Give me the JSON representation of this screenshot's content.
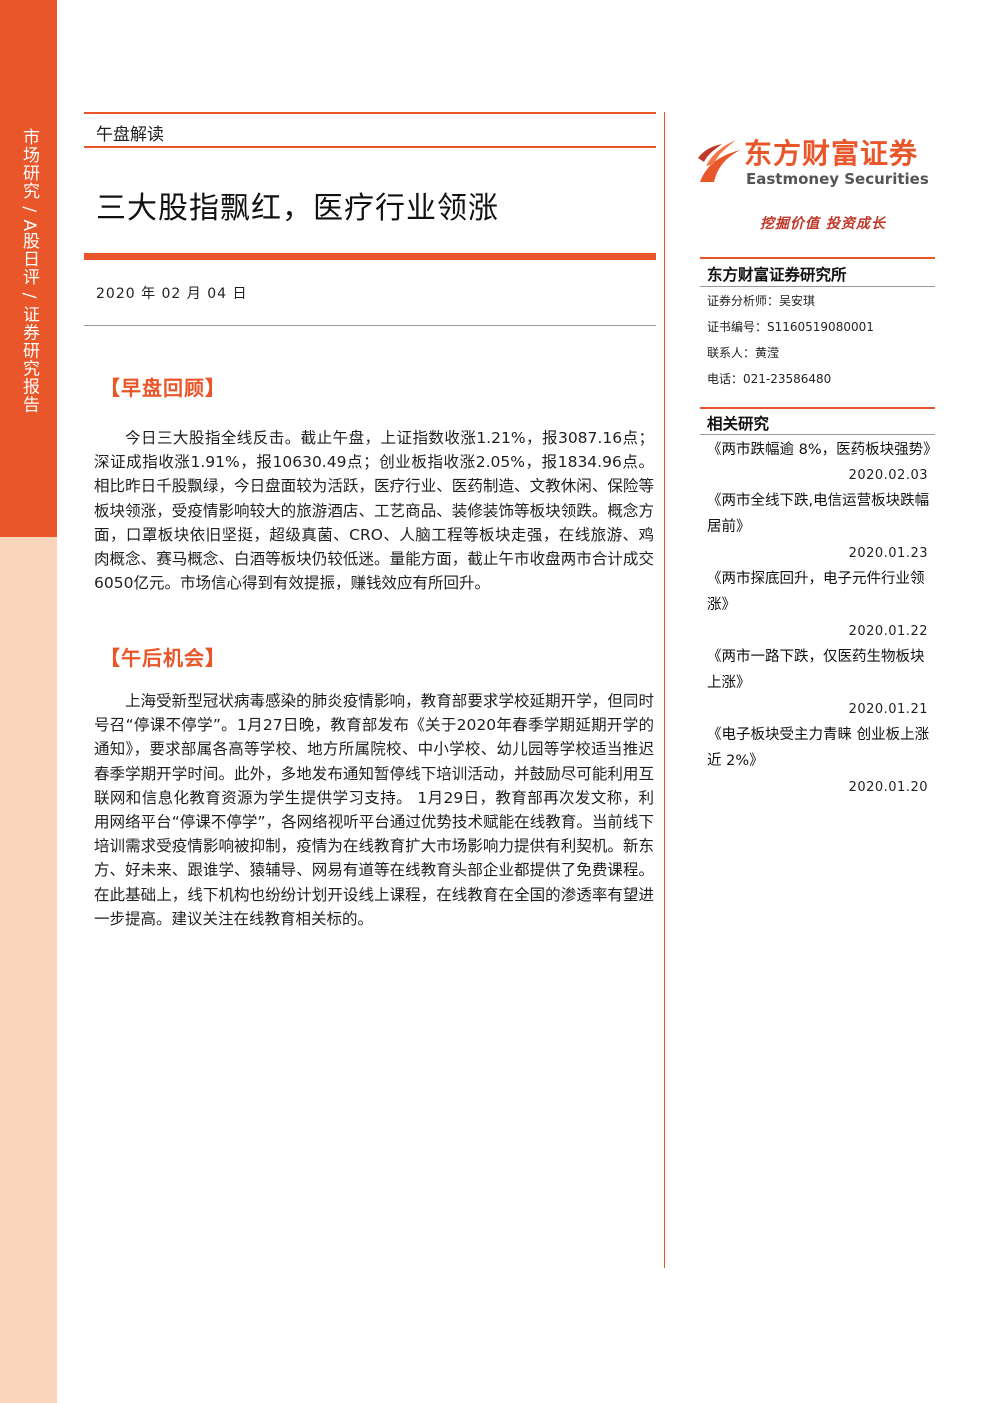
{
  "sidebar": {
    "label": "市场研究 / A股日评 / 证券研究报告"
  },
  "header": {
    "report_type": "午盘解读",
    "title": "三大股指飘红，医疗行业领涨",
    "date": "2020 年 02 月 04 日"
  },
  "sections": [
    {
      "heading": "【早盘回顾】",
      "body": "今日三大股指全线反击。截止午盘，上证指数收涨1.21%，报3087.16点；深证成指收涨1.91%，报10630.49点；创业板指收涨2.05%，报1834.96点。相比昨日千股飘绿，今日盘面较为活跃，医疗行业、医药制造、文教休闲、保险等板块领涨，受疫情影响较大的旅游酒店、工艺商品、装修装饰等板块领跌。概念方面，口罩板块依旧坚挺，超级真菌、CRO、人脑工程等板块走强，在线旅游、鸡肉概念、赛马概念、白酒等板块仍较低迷。量能方面，截止午市收盘两市合计成交6050亿元。市场信心得到有效提振，赚钱效应有所回升。"
    },
    {
      "heading": "【午后机会】",
      "body": "上海受新型冠状病毒感染的肺炎疫情影响，教育部要求学校延期开学，但同时号召“停课不停学”。1月27日晚，教育部发布《关于2020年春季学期延期开学的通知》，要求部属各高等学校、地方所属院校、中小学校、幼儿园等学校适当推迟春季学期开学时间。此外，多地发布通知暂停线下培训活动，并鼓励尽可能利用互联网和信息化教育资源为学生提供学习支持。 1月29日，教育部再次发文称，利用网络平台“停课不停学”，各网络视听平台通过优势技术赋能在线教育。当前线下培训需求受疫情影响被抑制，疫情为在线教育扩大市场影响力提供有利契机。新东方、好未来、跟谁学、猿辅导、网易有道等在线教育头部企业都提供了免费课程。在此基础上，线下机构也纷纷计划开设线上课程，在线教育在全国的渗透率有望进一步提高。建议关注在线教育相关标的。"
    }
  ],
  "brand": {
    "name_cn": "东方财富证券",
    "name_en": "Eastmoney Securities",
    "slogan": "挖掘价值 投资成长",
    "accent": "#e8562a"
  },
  "institute": {
    "name": "东方财富证券研究所",
    "analyst": "证券分析师：吴安琪",
    "cert": "证书编号：S1160519080001",
    "contact": "联系人：黄滢",
    "phone": "电话：021-23586480"
  },
  "related": {
    "heading": "相关研究",
    "items": [
      {
        "title": "《两市跌幅逾 8%，医药板块强势》",
        "date": "2020.02.03"
      },
      {
        "title": "《两市全线下跌,电信运营板块跌幅居前》",
        "date": "2020.01.23"
      },
      {
        "title": "《两市探底回升，电子元件行业领涨》",
        "date": "2020.01.22"
      },
      {
        "title": "《两市一路下跌，仅医药生物板块上涨》",
        "date": "2020.01.21"
      },
      {
        "title": "《电子板块受主力青睐 创业板上涨近 2%》",
        "date": "2020.01.20"
      }
    ]
  }
}
